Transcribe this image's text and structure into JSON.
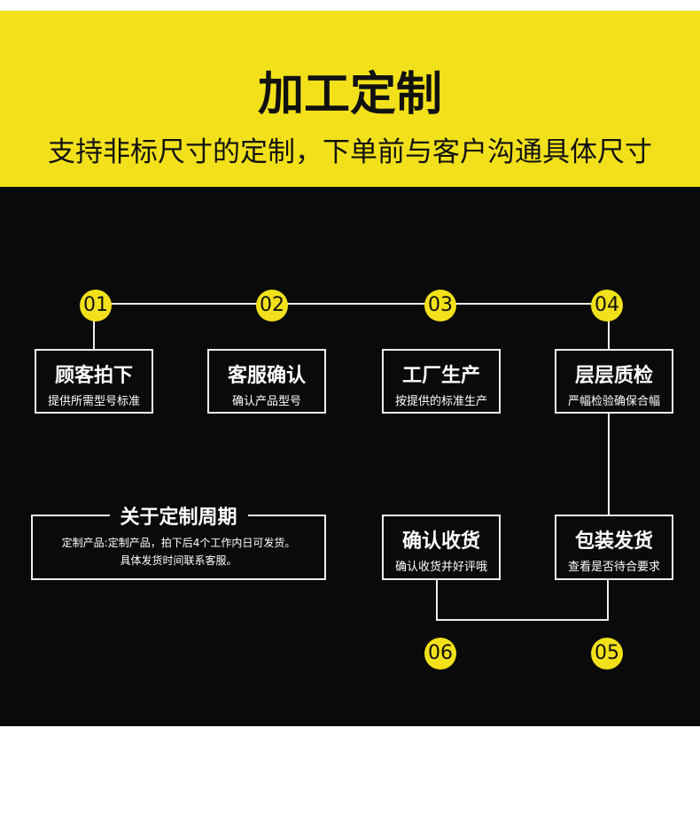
{
  "header": {
    "title": "加工定制",
    "subtitle": "支持非标尺寸的定制，下单前与客户沟通具体尺寸"
  },
  "steps": [
    {
      "num": "01",
      "title": "顾客拍下",
      "desc": "提供所需型号标准"
    },
    {
      "num": "02",
      "title": "客服确认",
      "desc": "确认产品型号"
    },
    {
      "num": "03",
      "title": "工厂生产",
      "desc": "按提供的标准生产"
    },
    {
      "num": "04",
      "title": "层层质检",
      "desc": "严幅检验确保合幅"
    },
    {
      "num": "05",
      "title": "包装发货",
      "desc": "查看是否待合要求"
    },
    {
      "num": "06",
      "title": "确认收货",
      "desc": "确认收货并好评哦"
    }
  ],
  "period": {
    "title": "关于定制周期",
    "line1": "定制产品:定制产品，拍下后4个工作内日可发货。",
    "line2": "具体发货时间联系客服。"
  },
  "colors": {
    "accent": "#f2e11a",
    "background": "#0a0a0a"
  }
}
